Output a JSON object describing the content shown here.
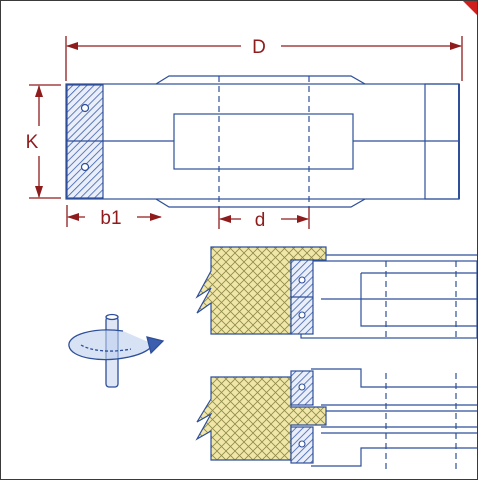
{
  "dimensions": {
    "outer_diameter_label": "D",
    "bore_label": "d",
    "height_label": "K",
    "cutting_width_label": "b1"
  },
  "colors": {
    "outline": "#2e4f9a",
    "dimension": "#8f1c1c",
    "hatch": "#3b5fae",
    "wood_fill": "#efe6a8",
    "wood_hatch": "#8f8a4a",
    "corner_marker": "#d21d1d"
  },
  "icons": {
    "rotation": "rotation-direction-icon",
    "corner": "corner-marker-icon"
  }
}
